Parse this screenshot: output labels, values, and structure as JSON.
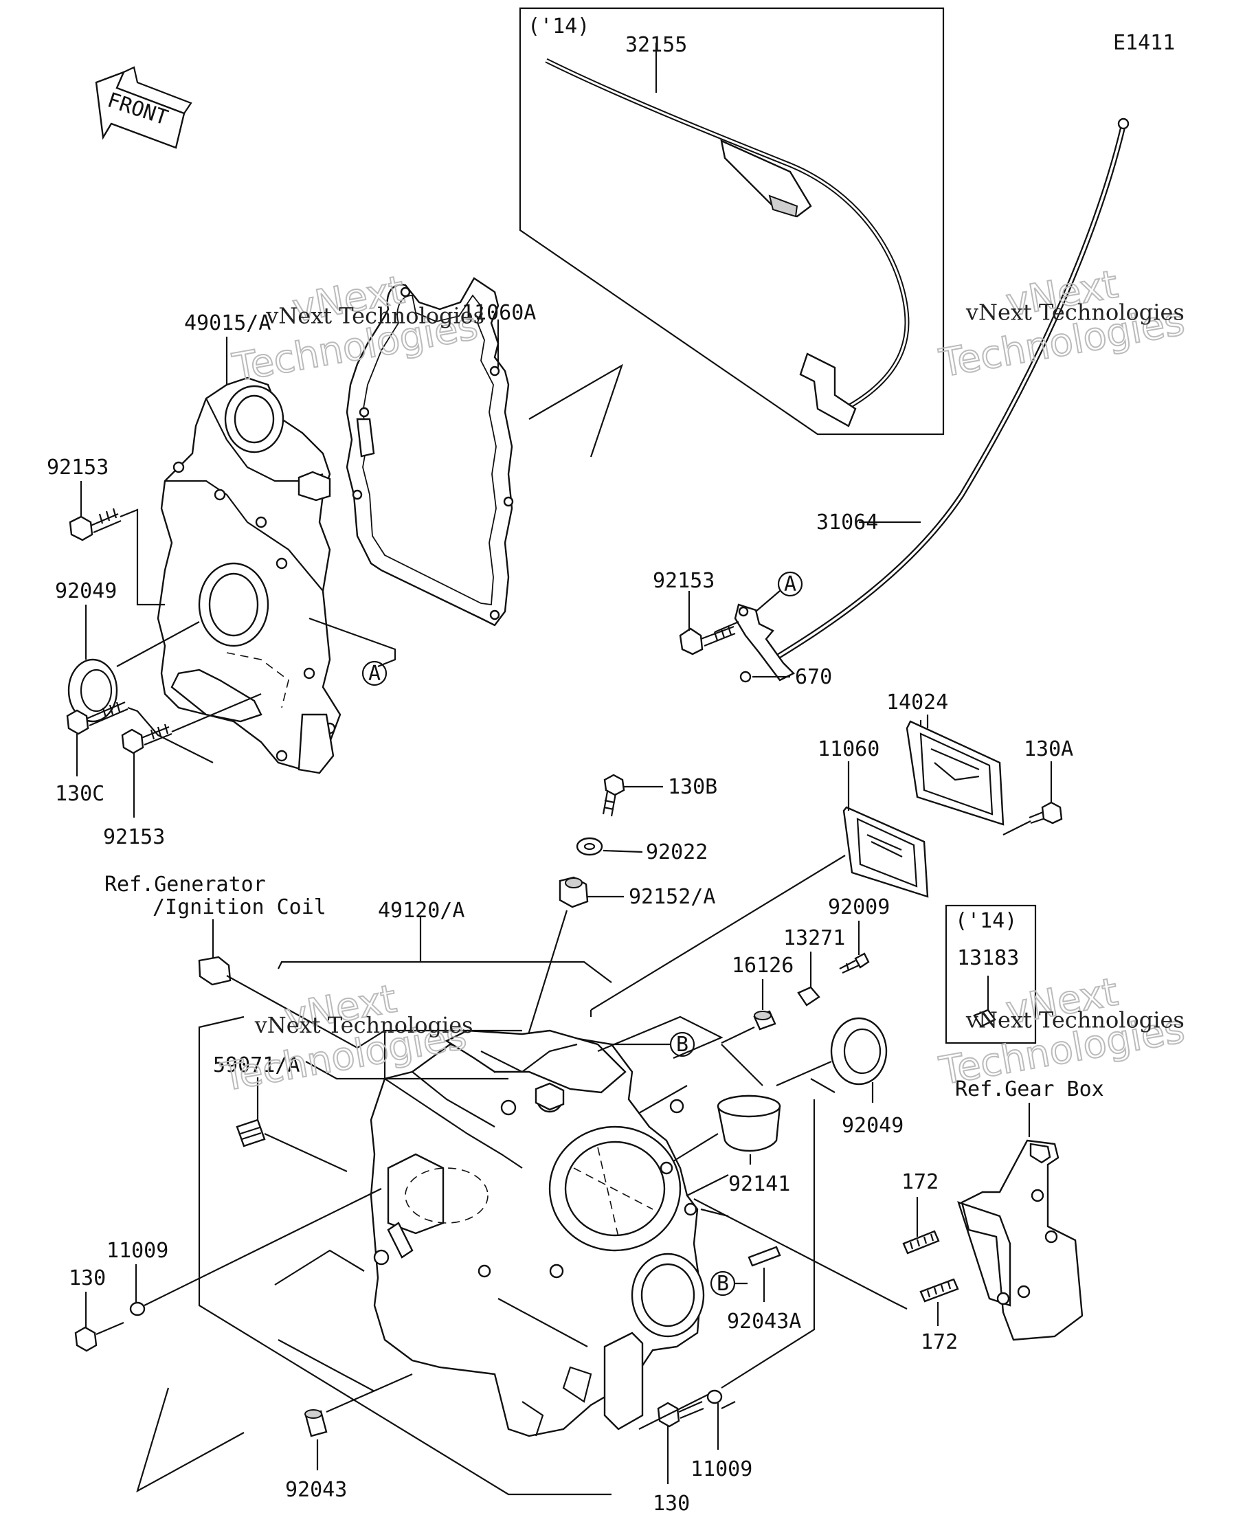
{
  "diagram_code": "E1411",
  "front_label": "FRONT",
  "boxes": {
    "top_box_label": "('14)",
    "small_box_label": "('14)"
  },
  "refs": {
    "generator_line1": "Ref.Generator",
    "generator_line2": "/Ignition Coil",
    "gearbox": "Ref.Gear Box"
  },
  "callouts": {
    "a": "A",
    "b": "B"
  },
  "watermark": {
    "line1": "vNext Technologies",
    "line2": "vNext",
    "line3": "Technologies"
  },
  "parts": {
    "p32155": "32155",
    "p49015": "49015/A",
    "p11060A": "11060A",
    "p92153_top": "92153",
    "p92049_left": "92049",
    "p130C": "130C",
    "p92153_bottom": "92153",
    "p31064": "31064",
    "p92153_right": "92153",
    "p670": "670",
    "p14024": "14024",
    "p11060": "11060",
    "p130A": "130A",
    "p130B": "130B",
    "p92022": "92022",
    "p92152A": "92152/A",
    "p49120A": "49120/A",
    "p92009": "92009",
    "p13271": "13271",
    "p16126": "16126",
    "p13183": "13183",
    "p59071A": "59071/A",
    "p92049_right": "92049",
    "p92141": "92141",
    "p172_top": "172",
    "p172_bottom": "172",
    "p11009_left": "11009",
    "p130_left": "130",
    "p92043A": "92043A",
    "p92043": "92043",
    "p11009_bottom": "11009",
    "p130_bottom": "130"
  }
}
